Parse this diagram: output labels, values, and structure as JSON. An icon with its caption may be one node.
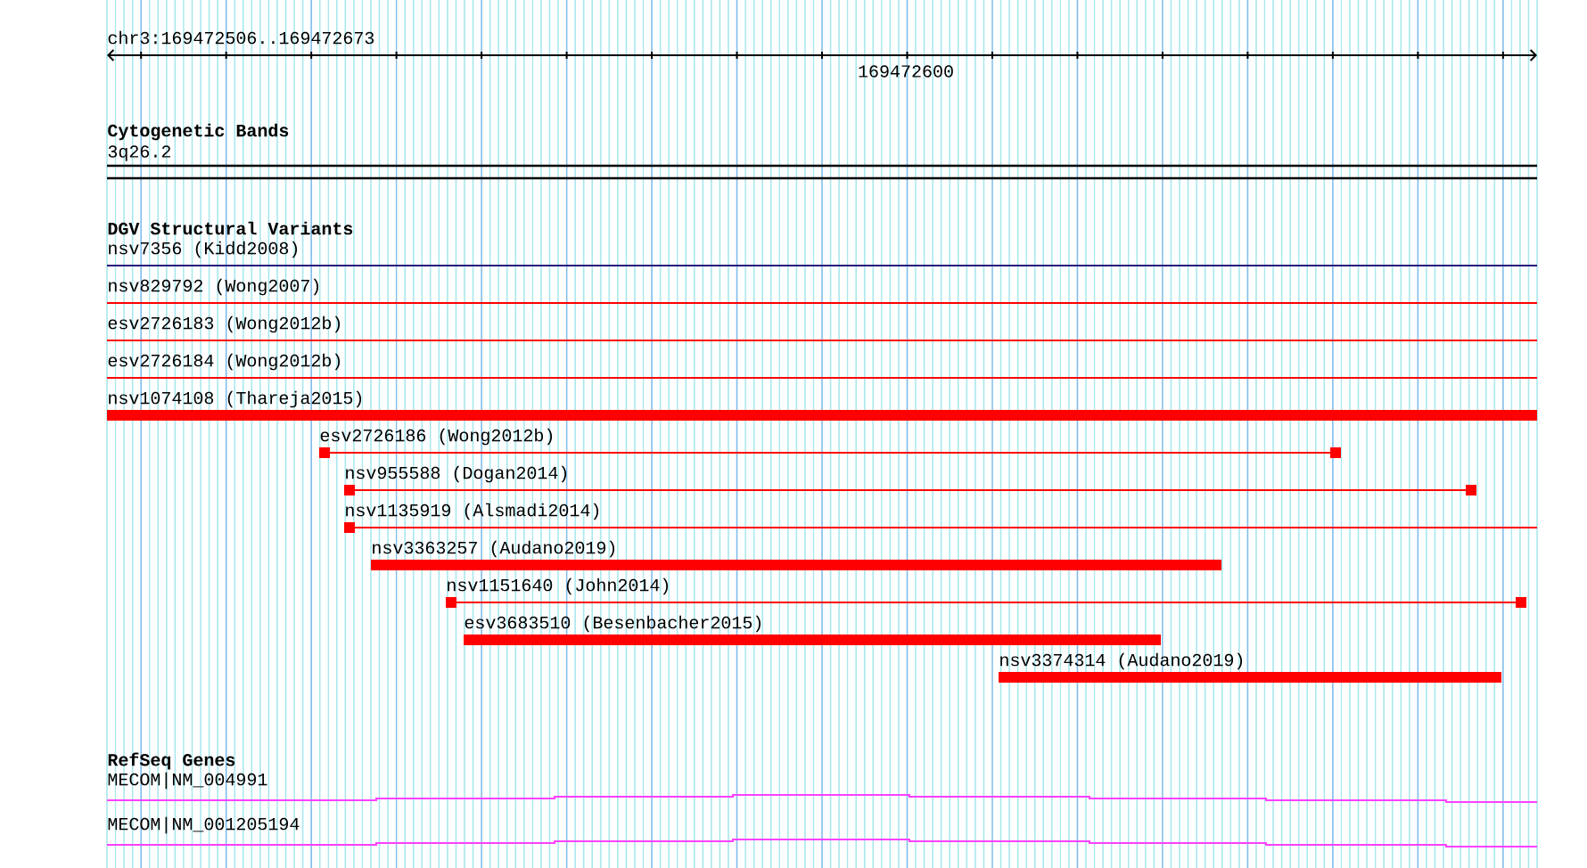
{
  "diagram": {
    "nodes": [
      {
        "text": [
          "3q26.2"
        ]
      },
      {
        "text": [
          "nsv7356 (Kidd2008)"
        ]
      },
      {
        "text": [
          "nsv829792 (Wong2007)"
        ]
      },
      {
        "text": [
          "esv2726183 (Wong2012b)"
        ]
      },
      {
        "text": [
          "esv2726184 (Wong2012b)"
        ]
      },
      {
        "text": [
          "nsv1074108 (Thareja2015)"
        ]
      },
      {
        "text": [
          "esv2726186 (Wong2012b)"
        ]
      },
      {
        "text": [
          "nsv955588 (Dogan2014)"
        ]
      },
      {
        "text": [
          "nsv1135919 (Alsmadi2014)"
        ]
      },
      {
        "text": [
          "nsv3363257 (Audano2019)"
        ]
      },
      {
        "text": [
          "nsv1151640 (John2014)"
        ]
      },
      {
        "text": [
          "esv3683510 (Besenbacher2015)"
        ]
      },
      {
        "text": [
          "nsv3374314 (Audano2019)"
        ]
      },
      {
        "text": [
          "MECOM|NM_004991"
        ]
      },
      {
        "text": [
          "MECOM|NM_001205194"
        ]
      }
    ],
    "labels": [
      "chr3:169472506..169472673",
      "169472600",
      "Cytogenetic Bands",
      "DGV Structural Variants",
      "RefSeq Genes"
    ]
  }
}
